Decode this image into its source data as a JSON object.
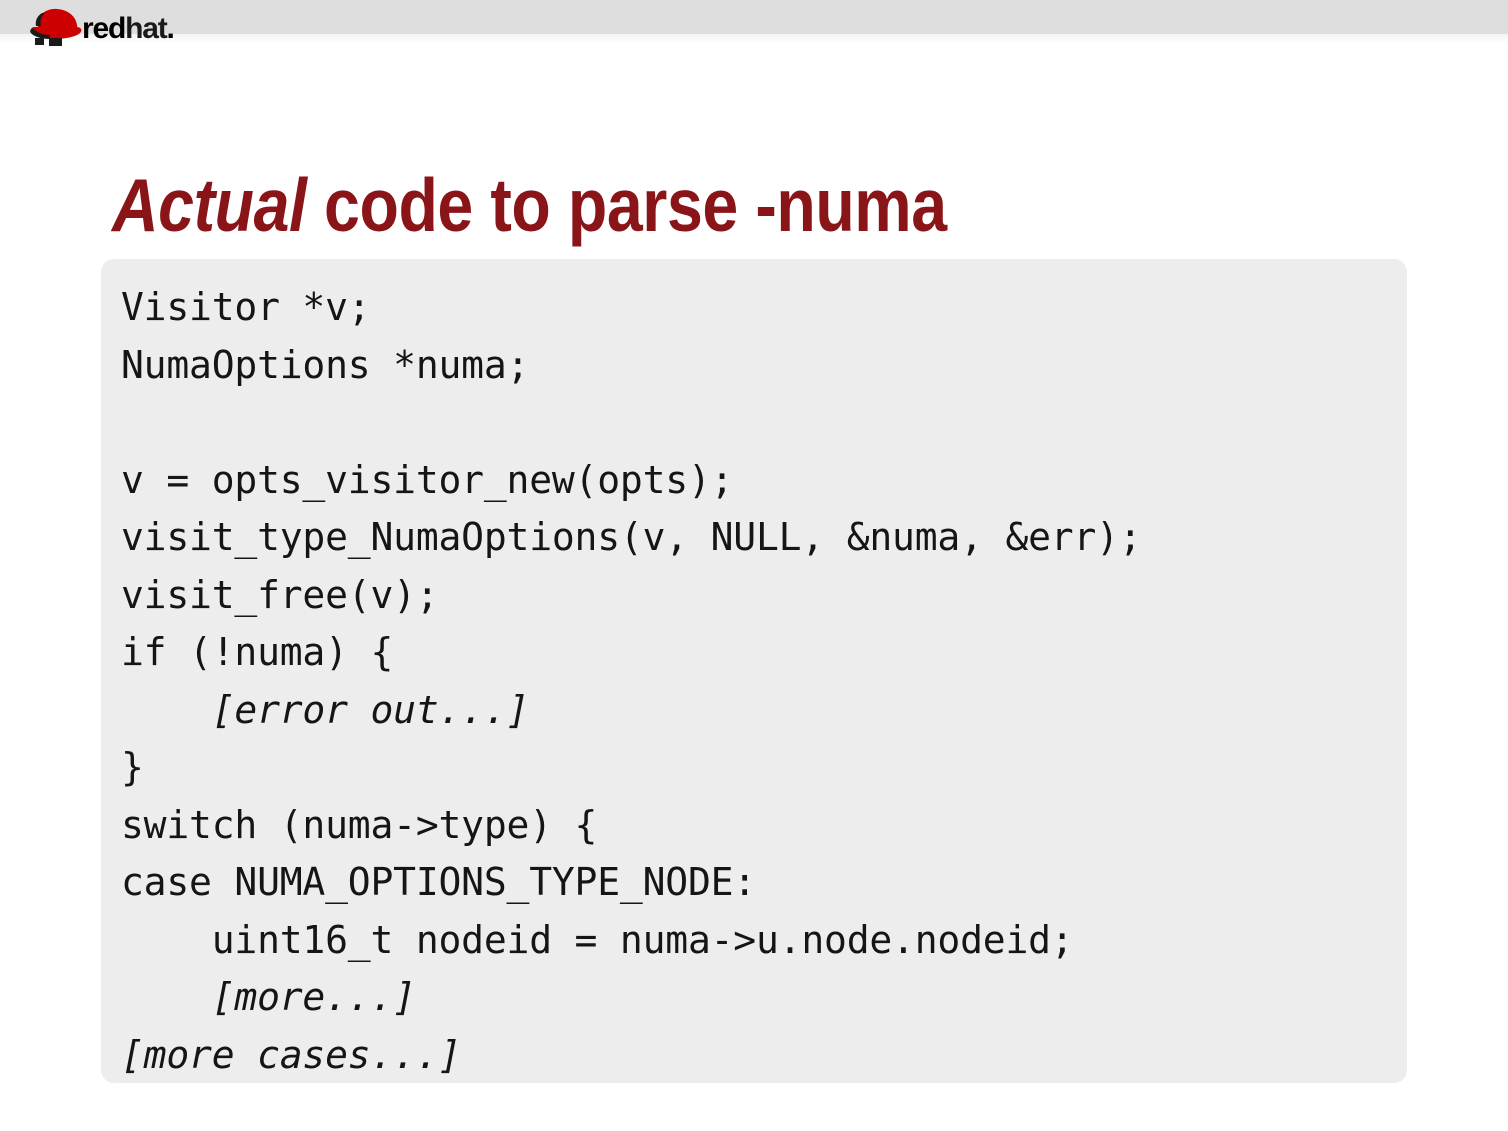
{
  "header": {
    "brand_icon": "redhat-shadowman-icon",
    "wordmark_red": "red",
    "wordmark_hat": "hat",
    "wordmark_dot": ".",
    "band_color": "#dededf"
  },
  "title": {
    "emphasis": "Actual",
    "rest": " code to parse -numa",
    "full": "Actual code to parse -numa",
    "color": "#8a1519"
  },
  "code_panel": {
    "background_color": "#ededee",
    "text_color": "#151515",
    "language": "c",
    "lines": [
      {
        "text": "Visitor *v;",
        "italic": false
      },
      {
        "text": "NumaOptions *numa;",
        "italic": false
      },
      {
        "text": "",
        "italic": false
      },
      {
        "text": "v = opts_visitor_new(opts);",
        "italic": false
      },
      {
        "text": "visit_type_NumaOptions(v, NULL, &numa, &err);",
        "italic": false
      },
      {
        "text": "visit_free(v);",
        "italic": false
      },
      {
        "text": "if (!numa) {",
        "italic": false
      },
      {
        "text": "    [error out...]",
        "italic": true
      },
      {
        "text": "}",
        "italic": false
      },
      {
        "text": "switch (numa->type) {",
        "italic": false
      },
      {
        "text": "case NUMA_OPTIONS_TYPE_NODE:",
        "italic": false
      },
      {
        "text": "    uint16_t nodeid = numa->u.node.nodeid;",
        "italic": false
      },
      {
        "text": "    [more...]",
        "italic": true
      },
      {
        "text": "[more cases...]",
        "italic": true
      }
    ]
  }
}
